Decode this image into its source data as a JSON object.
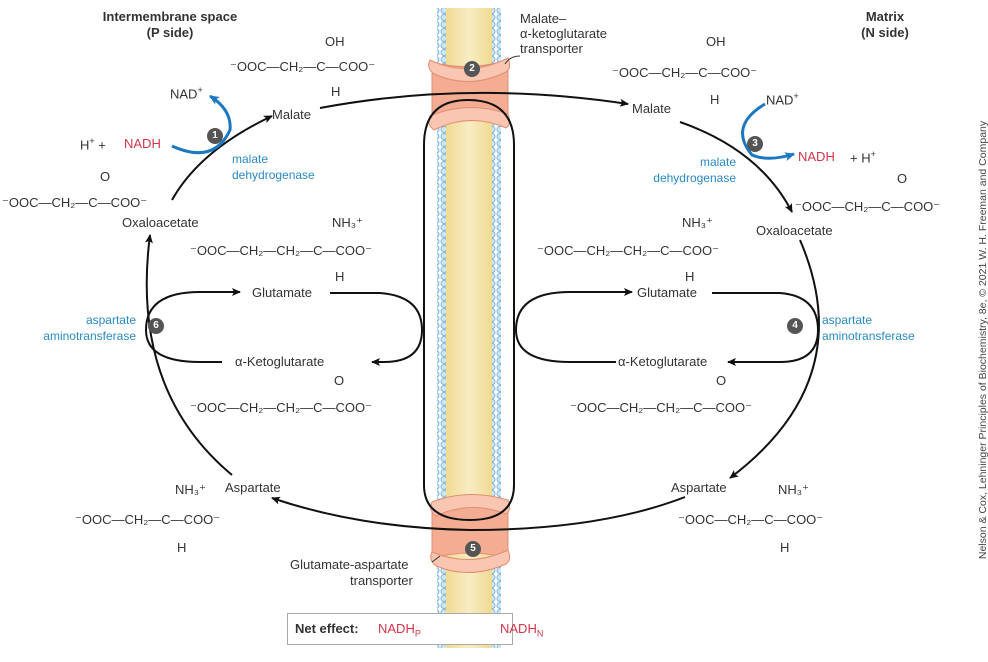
{
  "sides": {
    "left_title": "Intermembrane space",
    "left_subtitle": "(P side)",
    "right_title": "Matrix",
    "right_subtitle": "(N side)"
  },
  "steps": [
    {
      "num": "1",
      "enzyme": [
        "malate",
        "dehydrogenase"
      ]
    },
    {
      "num": "2",
      "label": [
        "Malate–",
        "α-ketoglutarate",
        "transporter"
      ]
    },
    {
      "num": "3",
      "enzyme": [
        "malate",
        "dehydrogenase"
      ]
    },
    {
      "num": "4",
      "enzyme": [
        "aspartate",
        "aminotransferase"
      ]
    },
    {
      "num": "5",
      "label": [
        "Glutamate-aspartate",
        "transporter"
      ]
    },
    {
      "num": "6",
      "enzyme": [
        "aspartate",
        "aminotransferase"
      ]
    }
  ],
  "metabolites": {
    "malate": "Malate",
    "oxaloacetate": "Oxaloacetate",
    "glutamate": "Glutamate",
    "akg": "α-Ketoglutarate",
    "aspartate": "Aspartate"
  },
  "cofactors": {
    "nad": "NAD",
    "nad_sup": "+",
    "nadh": "NADH",
    "h": "H",
    "h_sup": "+",
    "plus": "+"
  },
  "formulas": {
    "malate": {
      "top": "OH",
      "main": "⁻OOC—CH₂—C—COO⁻",
      "bottom": "H"
    },
    "oxaloacetate": {
      "top": "O",
      "main": "⁻OOC—CH₂—C—COO⁻"
    },
    "glutamate": {
      "top": "NH₃⁺",
      "main": "⁻OOC—CH₂—CH₂—C—COO⁻",
      "bottom": "H"
    },
    "akg": {
      "top": "O",
      "main": "⁻OOC—CH₂—CH₂—C—COO⁻"
    },
    "aspartate": {
      "top": "NH₃⁺",
      "main": "⁻OOC—CH₂—C—COO⁻",
      "bottom": "H"
    }
  },
  "net_effect": {
    "label": "Net effect:",
    "from": "NADH",
    "from_sub": "P",
    "to": "NADH",
    "to_sub": "N"
  },
  "colors": {
    "nadh_red": "#d1374b",
    "enzyme_blue": "#2a8ac4",
    "arrow_blue": "#1a78c2",
    "membrane_core": "#f3e3a6",
    "membrane_heads": "#a9d4ee",
    "transporter": "#f6b8a0",
    "badge": "#555555"
  },
  "copyright": "Nelson & Cox, Lehninger Principles of Biochemistry, 8e, © 2021 W. H. Freeman and Company"
}
